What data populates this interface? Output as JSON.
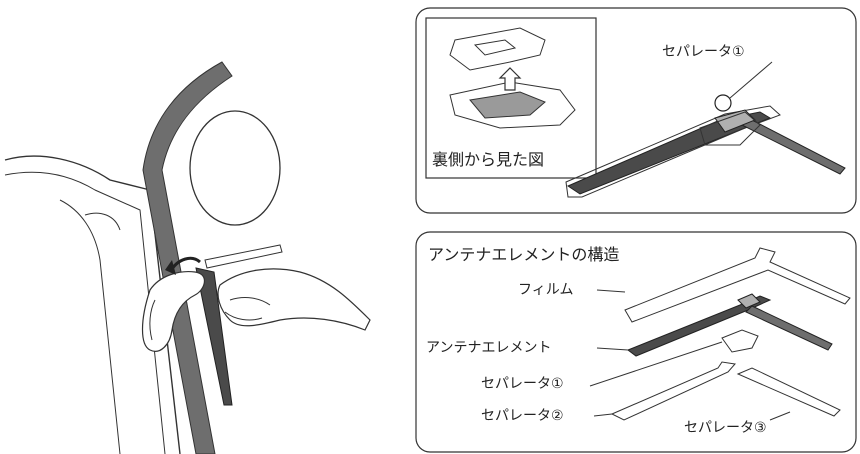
{
  "illustration": {
    "subject": "window-antenna-install"
  },
  "top_panel": {
    "inset_caption": "裏側から見た図",
    "separator_1_label": "セパレータ①"
  },
  "bottom_panel": {
    "title": "アンテナエレメントの構造",
    "film_label": "フィルム",
    "element_label": "アンテナエレメント",
    "separator_1_label": "セパレータ①",
    "separator_2_label": "セパレータ②",
    "separator_3_label": "セパレータ③"
  },
  "colors": {
    "line": "#333333",
    "fill_dark": "#4a4a4a",
    "fill_mid": "#9a9a9a",
    "bg": "#ffffff"
  }
}
